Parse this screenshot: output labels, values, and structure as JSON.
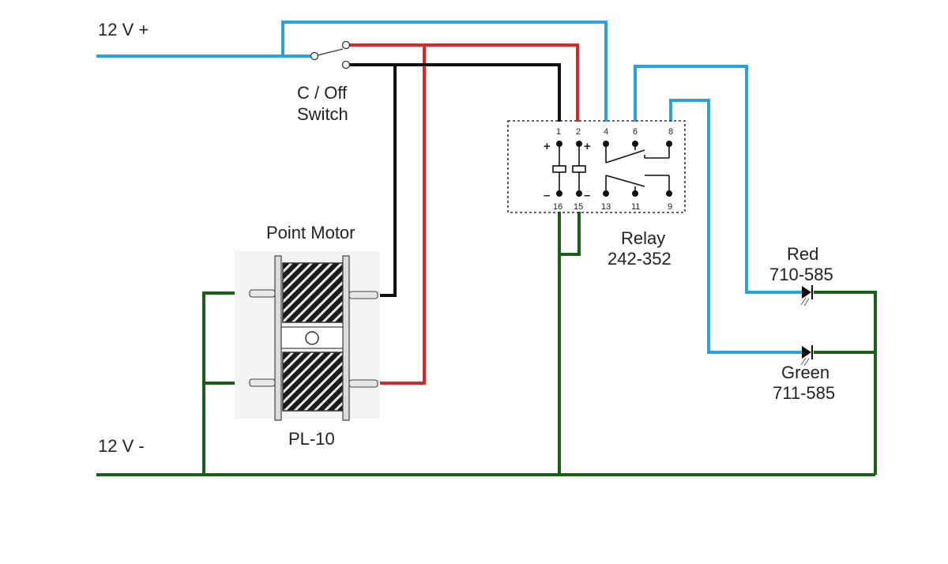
{
  "labels": {
    "supply_positive": "12 V +",
    "supply_negative": "12 V -",
    "switch_line1": "C / Off",
    "switch_line2": "Switch",
    "motor_title": "Point Motor",
    "motor_model": "PL-10",
    "relay_title": "Relay",
    "relay_model": "242-352",
    "red_led_name": "Red",
    "red_led_part": "710-585",
    "green_led_name": "Green",
    "green_led_part": "711-585"
  },
  "relay_pins": {
    "top": [
      "1",
      "2",
      "4",
      "6",
      "8"
    ],
    "bottom": [
      "16",
      "15",
      "13",
      "11",
      "9"
    ],
    "plus": "+",
    "minus": "–"
  },
  "colors": {
    "positive_wire": "#2aa3d8",
    "negative_wire": "#1a5e1a",
    "switch_red": "#d8282a",
    "switch_black": "#111111"
  }
}
